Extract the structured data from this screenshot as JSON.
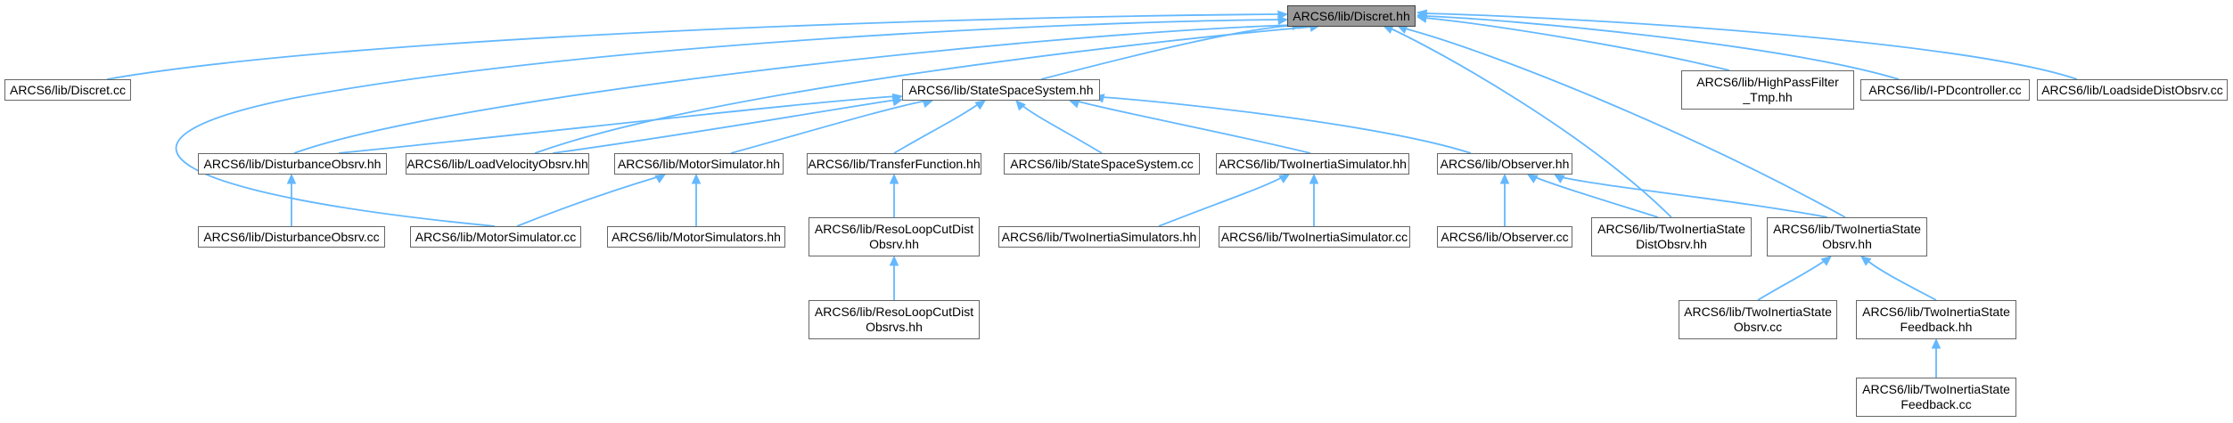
{
  "colors": {
    "edge": "#63b8ff",
    "node_border": "#666666",
    "root_fill": "#999999"
  },
  "nodes": {
    "discret_hh": "ARCS6/lib/Discret.hh",
    "discret_cc": "ARCS6/lib/Discret.cc",
    "statespace_hh": "ARCS6/lib/StateSpaceSystem.hh",
    "highpass_hh": "ARCS6/lib/HighPassFilter\n_Tmp.hh",
    "ipd_cc": "ARCS6/lib/I-PDcontroller.cc",
    "loadside_cc": "ARCS6/lib/LoadsideDistObsrv.cc",
    "disturbance_hh": "ARCS6/lib/DisturbanceObsrv.hh",
    "loadvel_hh": "ARCS6/lib/LoadVelocityObsrv.hh",
    "motorsim_hh": "ARCS6/lib/MotorSimulator.hh",
    "transfer_hh": "ARCS6/lib/TransferFunction.hh",
    "statespace_cc": "ARCS6/lib/StateSpaceSystem.cc",
    "twoinertiasim_hh": "ARCS6/lib/TwoInertiaSimulator.hh",
    "observer_hh": "ARCS6/lib/Observer.hh",
    "disturbance_cc": "ARCS6/lib/DisturbanceObsrv.cc",
    "motorsim_cc": "ARCS6/lib/MotorSimulator.cc",
    "motorsims_hh": "ARCS6/lib/MotorSimulators.hh",
    "resoloop_hh": "ARCS6/lib/ResoLoopCutDist\nObsrv.hh",
    "twoinertiasims_hh": "ARCS6/lib/TwoInertiaSimulators.hh",
    "twoinertiasim_cc": "ARCS6/lib/TwoInertiaSimulator.cc",
    "observer_cc": "ARCS6/lib/Observer.cc",
    "tistatedist_hh": "ARCS6/lib/TwoInertiaState\nDistObsrv.hh",
    "tistateobsrv_hh": "ARCS6/lib/TwoInertiaState\nObsrv.hh",
    "resoloops_hh": "ARCS6/lib/ResoLoopCutDist\nObsrvs.hh",
    "tistateobsrv_cc": "ARCS6/lib/TwoInertiaState\nObsrv.cc",
    "tistatefb_hh": "ARCS6/lib/TwoInertiaState\nFeedback.hh",
    "tistatefb_cc": "ARCS6/lib/TwoInertiaState\nFeedback.cc"
  }
}
